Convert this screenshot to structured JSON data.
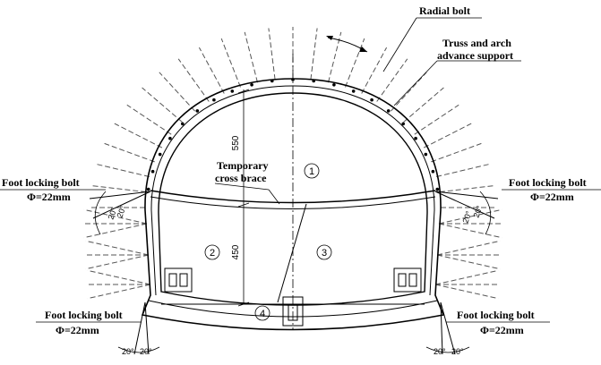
{
  "labels": {
    "radial_bolt": "Radial bolt",
    "truss_line1": "Truss and arch",
    "truss_line2": "advance support",
    "temp_line1": "Temporary",
    "temp_line2": "cross brace",
    "foot_bolt": "Foot locking bolt",
    "phi": "Φ=22mm"
  },
  "dimensions": {
    "upper": "550",
    "lower": "450"
  },
  "regions": [
    "1",
    "2",
    "3",
    "4"
  ],
  "angles": {
    "twenty": "20°"
  },
  "colors": {
    "line": "#000000",
    "dash": "#555555"
  }
}
